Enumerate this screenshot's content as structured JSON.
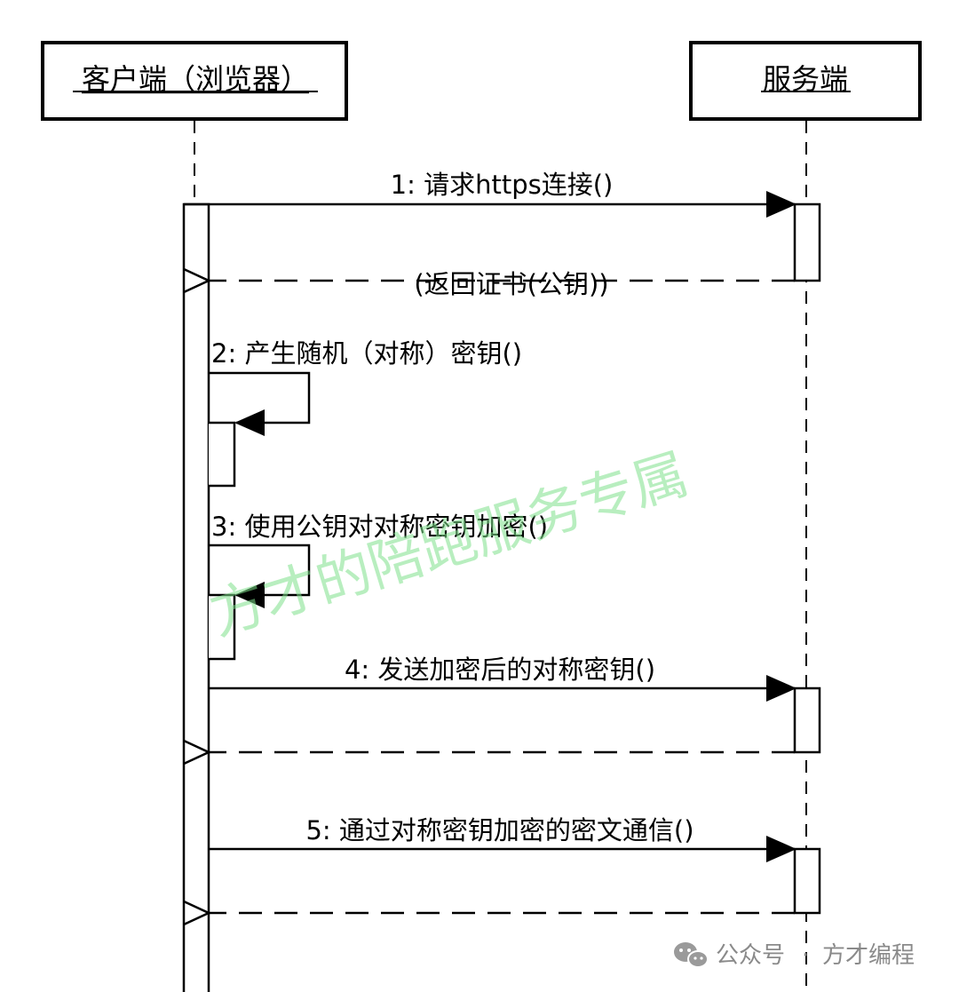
{
  "participants": {
    "client": "客户端（浏览器）",
    "server": "服务端"
  },
  "messages": {
    "m1": "1: 请求https连接()",
    "m1_return": "(返回证书(公钥))",
    "m2": "2: 产生随机（对称）密钥()",
    "m3": "3: 使用公钥对对称密钥加密()",
    "m4": "4: 发送加密后的对称密钥()",
    "m5": "5: 通过对称密钥加密的密文通信()"
  },
  "watermark": "方才的陪跑服务专属",
  "footer": {
    "wechat_label": "公众号",
    "separator": "·",
    "account_name": "方才编程"
  },
  "colors": {
    "line": "#000000",
    "watermark": "#7ee08a",
    "footer_text": "#8a8a8a"
  },
  "icons": {
    "wechat": "wechat-icon"
  }
}
